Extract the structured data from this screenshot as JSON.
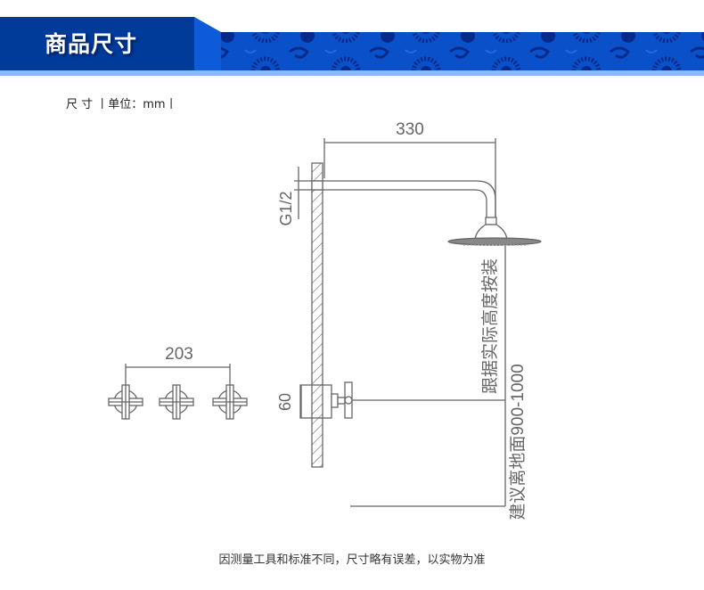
{
  "header": {
    "title": "商品尺寸",
    "unit_label": "尺 寸 丨单位：mm丨"
  },
  "colors": {
    "header_dark": "#003b9a",
    "header_pattern": "#0a50c8",
    "stripe": "#8ab8ff",
    "line": "#666666"
  },
  "dimensions": {
    "arm_length": "330",
    "thread": "G1/2",
    "handle_spacing": "203",
    "valve_height": "60",
    "install_note": "跟据实际高度按装",
    "floor_note": "建议离地面900-1000"
  },
  "footer": {
    "note": "因测量工具和标准不同，尺寸略有误差，以实物为准"
  }
}
